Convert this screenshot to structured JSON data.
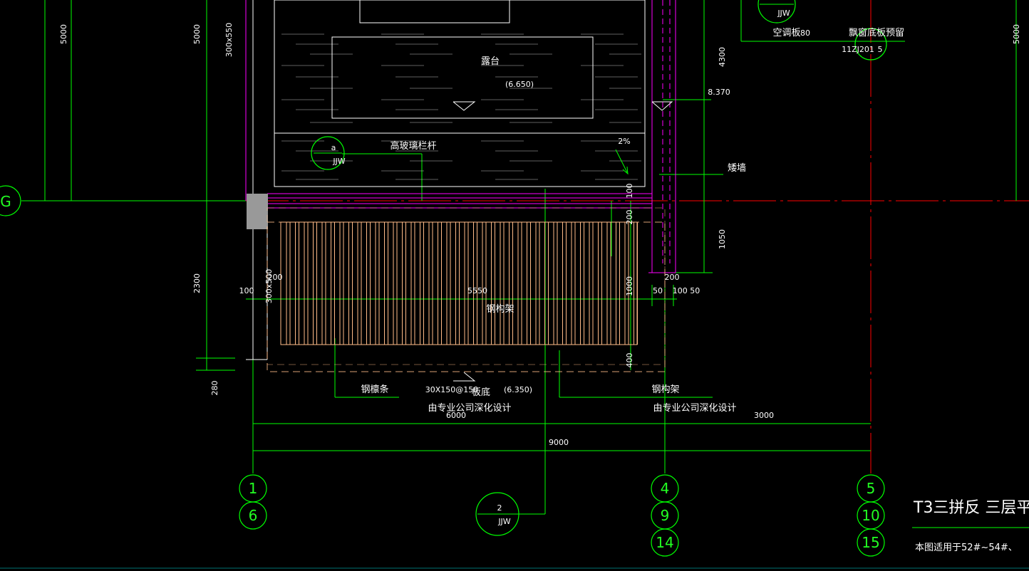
{
  "title": "T3三拼反 三层平",
  "note": "本图适用于52#~54#、",
  "grid_axes": {
    "row_g": "G",
    "col_a": [
      "1",
      "6"
    ],
    "col_b": [
      "4",
      "9",
      "14"
    ],
    "col_c": [
      "5",
      "10",
      "15"
    ]
  },
  "dims": {
    "d_5000_a": "5000",
    "d_5000_b": "5000",
    "d_5000_c": "5000",
    "d_300x550": "300x550",
    "d_4300": "4300",
    "d_1050": "1050",
    "d_2300": "2300",
    "d_280": "280",
    "d_100_top": "100",
    "d_200_right": "200",
    "d_1000": "1000",
    "d_400": "400",
    "d_100_left": "100",
    "d_300x500": "300x500",
    "d_200_left": "200",
    "d_5550": "5550",
    "d_50_a": "50",
    "d_100_50": "100 50",
    "d_200_bottom": "200",
    "d_6000": "6000",
    "d_3000": "3000",
    "d_9000": "9000"
  },
  "labels": {
    "terrace": "露台",
    "terrace_elev": "(6.650)",
    "glass_rail": "高玻璃栏杆",
    "slope": "2%",
    "elev_8370": "8.370",
    "low_wall": "矮墙",
    "ac_bracket": "空调板",
    "ac_bracket_suffix": "80",
    "bay_window": "飘窗底板预留",
    "std_ref": "11ZJ201",
    "std_ref_num": "5",
    "steel_frame_mid": "钢构架",
    "purlin": "钢檩条",
    "purlin_spec": "30X150@150",
    "slab_bottom": "板底",
    "slab_elev": "(6.350)",
    "by_specialist_a": "由专业公司深化设计",
    "steel_frame_right": "钢构架",
    "by_specialist_b": "由专业公司深化设计",
    "detail_a_top": "a",
    "detail_a_bot": "JJW",
    "detail_2_top": "2",
    "detail_2_bot": "JJW",
    "detail_top_bot": "JJW"
  },
  "colors": {
    "background": "#000000",
    "dimension": "#00ff00",
    "axis": "#ff0000",
    "wall": "#ff00ff",
    "steel": "#ffbb88",
    "outline": "#ffffff",
    "text": "#ffffff",
    "fill_column": "#999999"
  }
}
